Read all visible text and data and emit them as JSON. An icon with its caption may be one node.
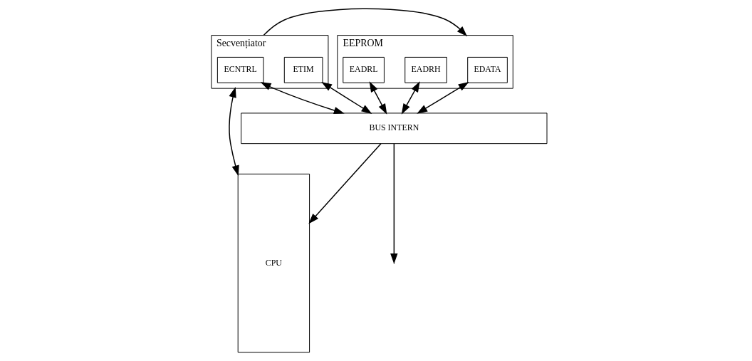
{
  "diagram": {
    "nodes": [
      {
        "text": [
          "CPU"
        ]
      },
      {
        "text": [
          "Secvențiator"
        ]
      },
      {
        "text": [
          "ECNTRL"
        ],
        "in": 1
      },
      {
        "text": [
          "ETIM"
        ],
        "in": 1
      },
      {
        "text": [
          "EEPROM"
        ]
      },
      {
        "text": [
          "EDATA"
        ],
        "in": 4
      },
      {
        "text": [
          "EADRH"
        ],
        "in": 4
      },
      {
        "text": [
          "EADRL"
        ],
        "in": 4
      },
      {
        "text": [
          "BUS INTERN"
        ]
      }
    ],
    "edges": [
      {
        "from": 0,
        "to": 1,
        "arrow": "both"
      },
      {
        "from": 1,
        "to": 4,
        "arrow": "to"
      },
      {
        "from": 2,
        "to": 8,
        "arrow": "both"
      },
      {
        "from": 3,
        "to": 8,
        "arrow": "both"
      },
      {
        "from": 5,
        "to": 8,
        "arrow": "both"
      },
      {
        "from": 6,
        "to": 8,
        "arrow": "both"
      },
      {
        "from": 7,
        "to": 8,
        "arrow": "both"
      },
      {
        "from": 8,
        "to": 0,
        "arrow": "to"
      },
      {
        "from": 8,
        "to": null,
        "arrow": "to"
      }
    ]
  }
}
